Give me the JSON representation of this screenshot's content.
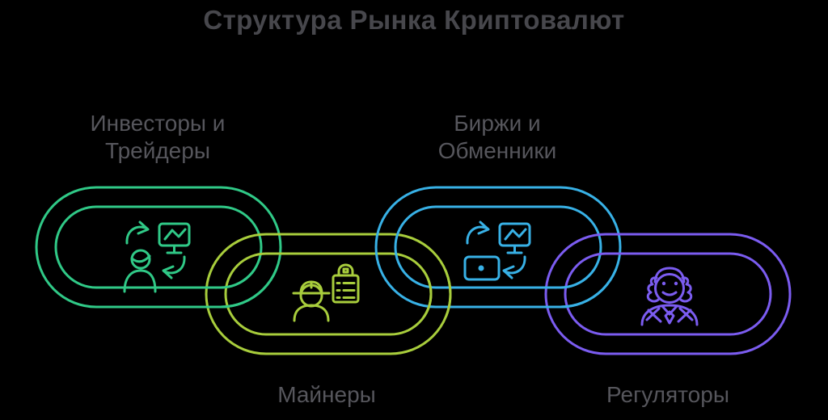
{
  "background": "#000000",
  "title": {
    "text": "Структура Рынка Криптовалют",
    "color": "#47474c"
  },
  "label_color": "#56565c",
  "groups": [
    {
      "name": "investors-traders",
      "label_lines": [
        "Инвесторы и",
        "Трейдеры"
      ],
      "color": "#30c987",
      "icon": "person-trading-swap-icon"
    },
    {
      "name": "miners",
      "label_lines": [
        "Майнеры"
      ],
      "color": "#a8cd3c",
      "icon": "miner-checklist-icon"
    },
    {
      "name": "exchanges",
      "label_lines": [
        "Биржи и",
        "Обменники"
      ],
      "color": "#38b1e6",
      "icon": "monitor-card-swap-icon"
    },
    {
      "name": "regulators",
      "label_lines": [
        "Регуляторы"
      ],
      "color": "#7b5cf0",
      "icon": "judge-icon"
    }
  ]
}
